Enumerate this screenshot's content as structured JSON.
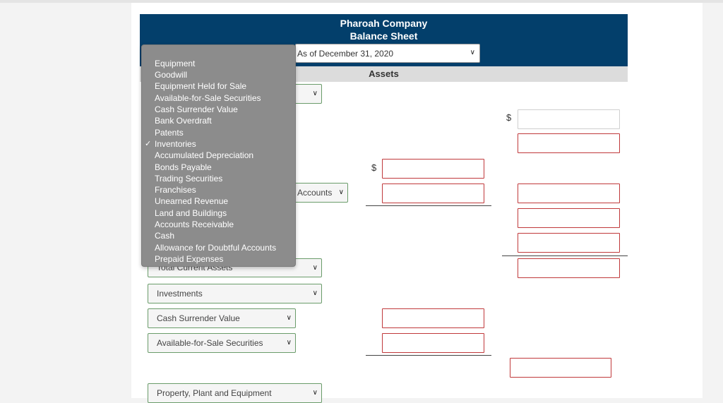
{
  "company": "Pharoah Company",
  "statement": "Balance Sheet",
  "date_select": {
    "value": "As of December 31, 2020"
  },
  "section_title": "Assets",
  "currency_symbol": "$",
  "left_selects": {
    "total_current_assets": "Total Current Assets",
    "investments": "Investments",
    "cash_surrender_value": "Cash Surrender Value",
    "afs_securities": "Available-for-Sale Securities",
    "ppe": "Property, Plant and Equipment"
  },
  "mid_select": {
    "accounts": "Accounts"
  },
  "dropdown": {
    "selected": "Inventories",
    "options": [
      "Equipment",
      "Goodwill",
      "Equipment Held for Sale",
      "Available-for-Sale Securities",
      "Cash Surrender Value",
      "Bank Overdraft",
      "Patents",
      "Inventories",
      "Accumulated Depreciation",
      "Bonds Payable",
      "Trading Securities",
      "Franchises",
      "Unearned Revenue",
      "Land and Buildings",
      "Accounts Receivable",
      "Cash",
      "Allowance for Doubtful Accounts",
      "Prepaid Expenses"
    ]
  }
}
